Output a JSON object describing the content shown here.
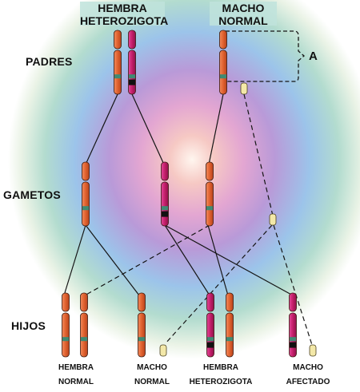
{
  "headers": {
    "female_parent": [
      "HEMBRA",
      "HETEROZIGOTA"
    ],
    "male_parent": [
      "MACHO",
      "NORMAL"
    ]
  },
  "rows": {
    "padres": "PADRES",
    "gametos": "GAMETOS",
    "hijos": "HIJOS"
  },
  "bracket_label": "A",
  "offspring": [
    {
      "line1": "HEMBRA",
      "line2": "NORMAL"
    },
    {
      "line1": "MACHO",
      "line2": "NORMAL"
    },
    {
      "line1": "HEMBRA",
      "line2": "HETEROZIGOTA"
    },
    {
      "line1": "MACHO",
      "line2": "AFECTADO"
    }
  ],
  "colors": {
    "normal_x": "#e0622f",
    "mutant_x": "#c41e6a",
    "y_chromosome": "#f3e8a8",
    "band_green": "#3f8a73",
    "band_black": "#111111",
    "header_highlight": "#bfe3dc"
  }
}
